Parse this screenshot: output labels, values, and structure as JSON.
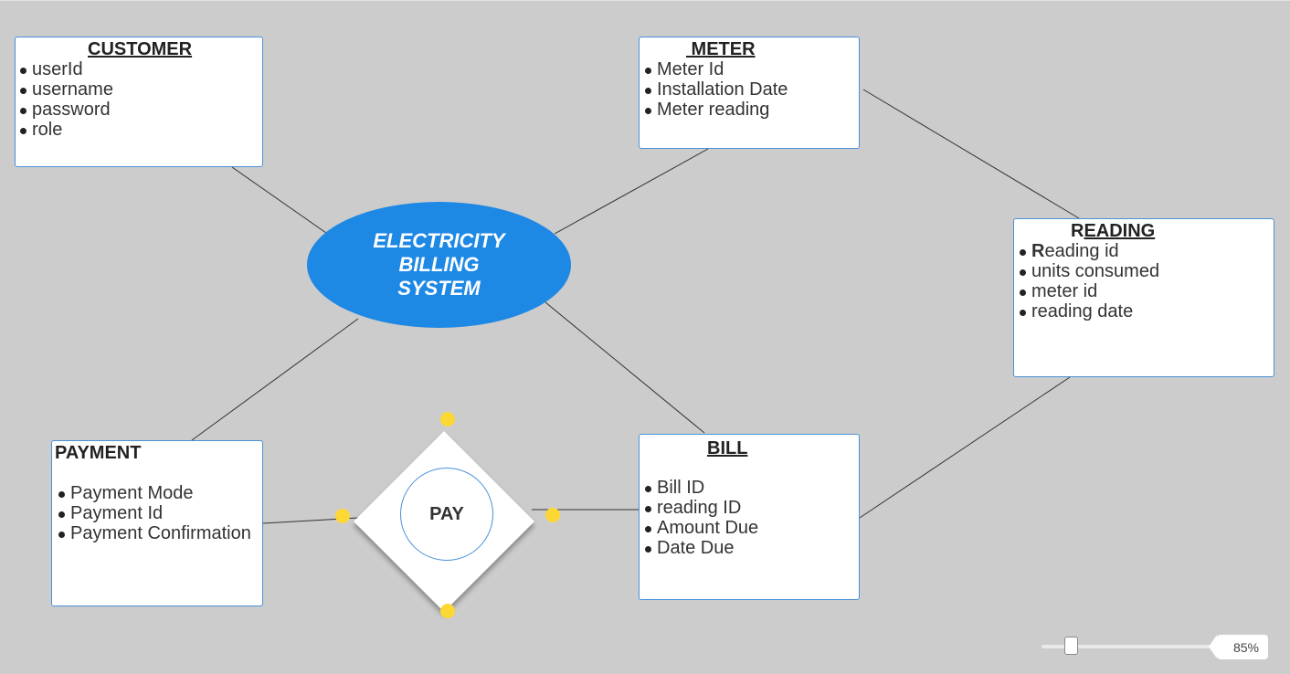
{
  "diagram": {
    "center": {
      "label": "ELECTRICITY\nBILLING\n SYSTEM",
      "color": "#1e88e5"
    },
    "entities": {
      "customer": {
        "title": "CUSTOMER",
        "attributes": [
          "userId",
          "username",
          " password",
          " role"
        ]
      },
      "meter": {
        "title": " METER",
        "attributes": [
          "Meter Id",
          "Installation Date",
          "Meter reading"
        ]
      },
      "reading": {
        "title": "READING",
        "attributes": [
          "Reading id",
          "units consumed",
          "meter id",
          "reading date"
        ]
      },
      "payment": {
        "title": "PAYMENT",
        "attributes": [
          "Payment Mode",
          "Payment Id",
          "Payment Confirmation"
        ]
      },
      "bill": {
        "title": "BILL",
        "attributes": [
          "Bill ID",
          "reading ID",
          "Amount Due",
          "Date Due"
        ]
      }
    },
    "relationship": {
      "label": "PAY"
    },
    "handle_color": "#fdd835",
    "border_color": "#4a90d9",
    "background": "#cccccc"
  },
  "zoom": {
    "label": "85%",
    "value_percent": 85
  }
}
